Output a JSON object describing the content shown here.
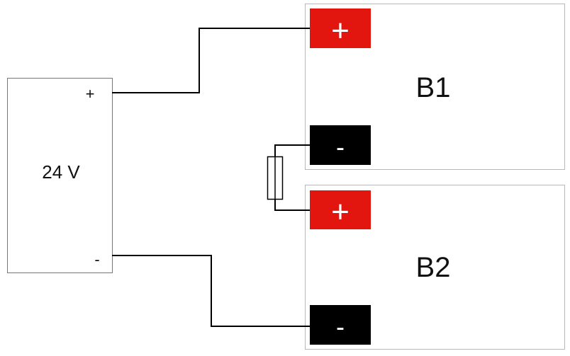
{
  "colors": {
    "positive_terminal": "#e2160f",
    "negative_terminal": "#000000",
    "wire": "#000000",
    "box_border": "#b8b8b8",
    "supply_border": "#777777"
  },
  "power_supply": {
    "label": "24 V",
    "plus_label": "+",
    "minus_label": "-"
  },
  "battery_b1": {
    "label": "B1",
    "plus_sign": "+",
    "minus_sign": "-"
  },
  "battery_b2": {
    "label": "B2",
    "plus_sign": "+",
    "minus_sign": "-"
  },
  "fuse": {
    "icon": "fuse-icon"
  }
}
